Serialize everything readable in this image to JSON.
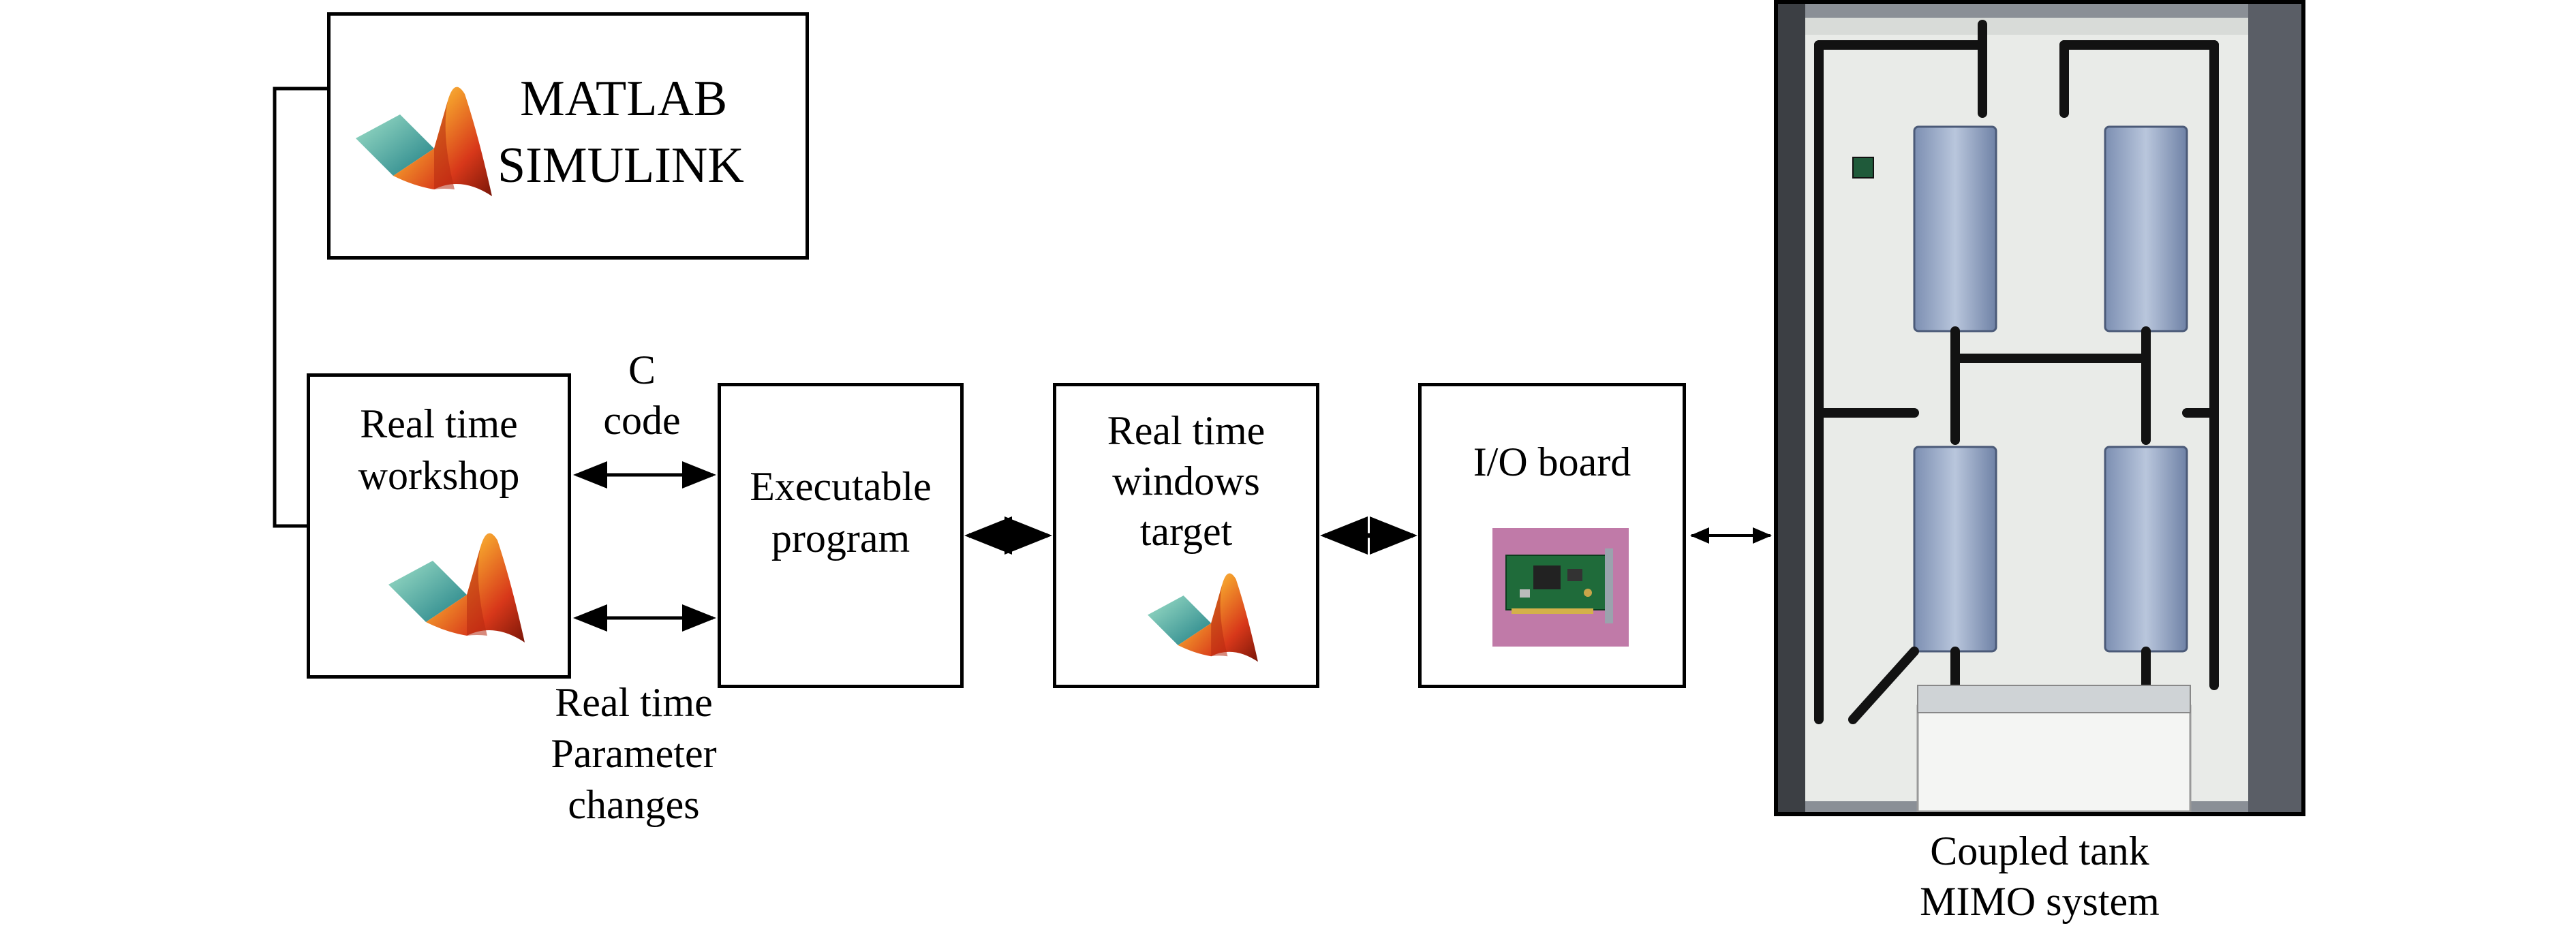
{
  "matlab_box": {
    "line1": "MATLAB",
    "line2": "SIMULINK",
    "logo": "matlab-logo"
  },
  "rtw_box": {
    "line1": "Real time",
    "line2": "workshop",
    "logo": "matlab-logo"
  },
  "c_code_label": {
    "line1": "C",
    "line2": "code"
  },
  "param_label": {
    "line1": "Real time",
    "line2": "Parameter",
    "line3": "changes"
  },
  "exec_box": {
    "line1": "Executable",
    "line2": "program"
  },
  "rtwt_box": {
    "line1": "Real time",
    "line2": "windows",
    "line3": "target",
    "logo": "matlab-logo"
  },
  "io_box": {
    "line1": "I/O board",
    "image": "io-card-photo"
  },
  "plant_caption": {
    "line1": "Coupled tank",
    "line2": "MIMO system",
    "image": "coupled-tank-photo"
  },
  "colors": {
    "stroke": "#000000",
    "logo_orange": "#e8531a",
    "logo_teal": "#3aa6a0",
    "card_bg": "#c07aa8"
  }
}
